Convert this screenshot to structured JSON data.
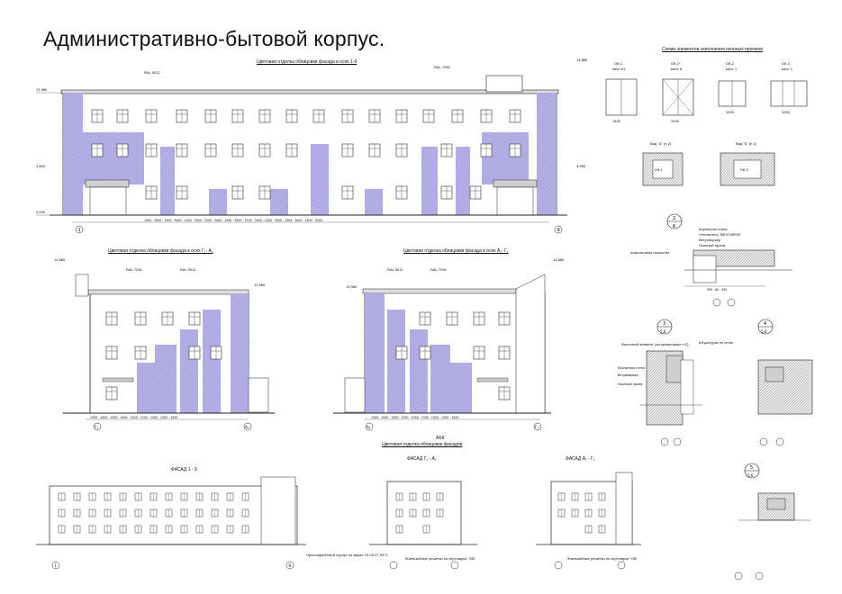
{
  "sheet": {
    "title": "Административно-бытовой корпус.",
    "facade_main": {
      "caption": "Цветовая отделка облицовки фасада в осях 1-9",
      "ral_left": "RAL 5012",
      "ral_right": "RAL 7035",
      "axis_left": "1",
      "axis_right": "9"
    },
    "facade_g_a": {
      "caption": "Цветовая отделка облицовки фасада в осях Г₁- А₁",
      "ral_left": "RAL 7035",
      "ral_right": "RAL 5012",
      "axis_left": "Г₁",
      "axis_right": "А₁"
    },
    "facade_a_g": {
      "caption": "Цветовая отделка облицовки фасада в осях А₁- Г₁",
      "ral_left": "RAL 5012",
      "ral_right": "RAL 7035",
      "axis_left": "А₁",
      "axis_right": "Г₁"
    },
    "abk_caption": "АБК",
    "abk_sub": "Цветовая отделка облицовки фасадов",
    "windows_scheme": {
      "caption": "Схема элементов заполнения оконных проемов",
      "items": [
        {
          "name": "ОК-1",
          "qty": "мест 61"
        },
        {
          "name": "ОК-1*",
          "qty": "мест 6"
        },
        {
          "name": "ОК-2",
          "qty": "мест 1"
        },
        {
          "name": "ОК-3",
          "qty": "мест 1"
        }
      ],
      "view_a": "Вид \"А\" (п 2)",
      "view_b": "Вид \"Б\" (п 2)"
    },
    "node_2": {
      "num": "2",
      "sheet": "6"
    },
    "node_3": {
      "num": "3",
      "sheet": "5,6"
    },
    "node_4": {
      "num": "4",
      "sheet": "5,6"
    },
    "node_5": {
      "num": "5",
      "sheet": "5,6"
    },
    "fasad_1_9": "ФАСАД 1 - 9",
    "fasad_g_a": "ФАСАД Г₁ - А₁",
    "fasad_a_g": "ФАСАД А₁ - Г₁",
    "notes": {
      "kladka": "Кирпичная стена",
      "uteplitel": "Утеплитель \"ВЕНТИРОК\"",
      "vetrobarer": "Ветробарьер",
      "otkos": "Оконный проем",
      "fasonny": "Фасонный элемент (см.примечание п.2)",
      "shtukaturka": "Штукатурка по сетке",
      "zhalyuzi": "Жалюзийные решетки по черт.марки \"ОВ\"",
      "prisoed": "Присоединённый корпус по марке 15-05-07 АР 2"
    }
  }
}
